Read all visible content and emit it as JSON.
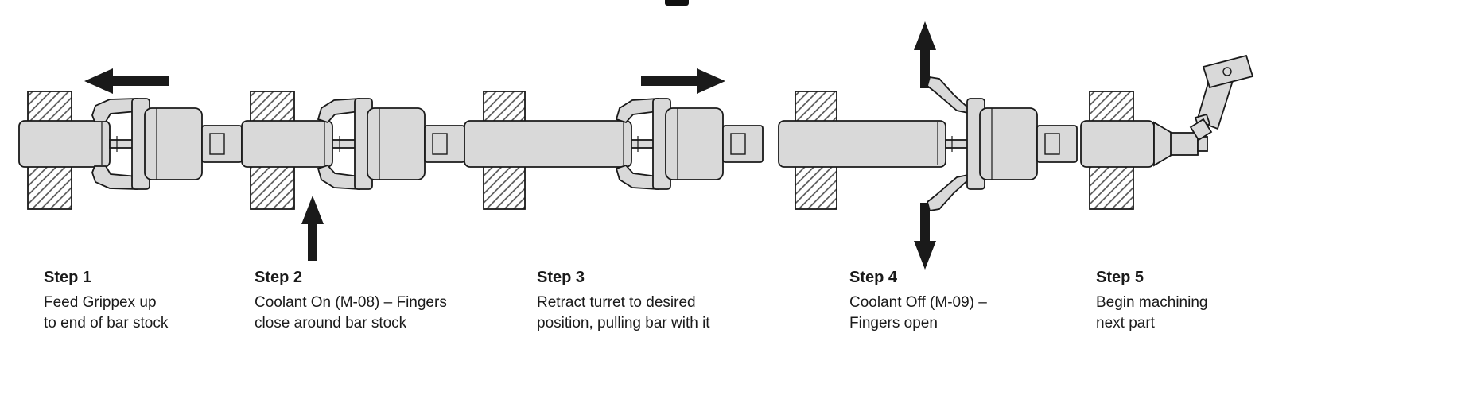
{
  "steps": [
    {
      "title": "Step 1",
      "lines": [
        "Feed Grippex up",
        "to end of bar stock"
      ]
    },
    {
      "title": "Step 2",
      "lines": [
        "Coolant On (M-08) – Fingers",
        "close around bar stock"
      ]
    },
    {
      "title": "Step 3",
      "lines": [
        "Retract turret to desired",
        "position, pulling bar with it"
      ]
    },
    {
      "title": "Step 4",
      "lines": [
        "Coolant Off (M-09) –",
        "Fingers open"
      ]
    },
    {
      "title": "Step 5",
      "lines": [
        "Begin machining",
        "next part"
      ]
    }
  ],
  "figures": [
    {
      "label": "step-1",
      "arrow": "left"
    },
    {
      "label": "step-2",
      "arrow": "up"
    },
    {
      "label": "step-3",
      "arrow": "right"
    },
    {
      "label": "step-4",
      "arrow": "up-down"
    },
    {
      "label": "step-5",
      "arrow": "none"
    }
  ],
  "colors": {
    "ink": "#1a1a1a",
    "metal": "#d9d9d9",
    "background": "#ffffff"
  }
}
